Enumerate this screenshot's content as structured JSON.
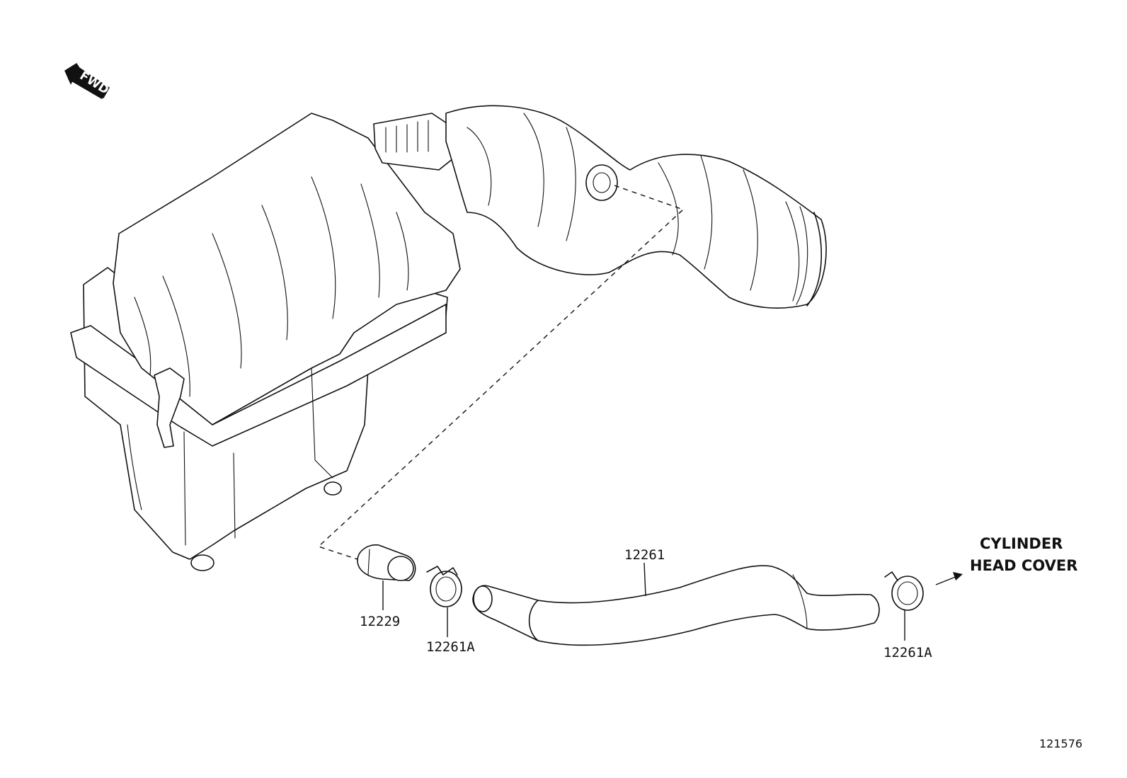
{
  "fwd_label": "FWD",
  "parts": {
    "connector": "12229",
    "clamp_left": "12261A",
    "hose": "12261",
    "clamp_right": "12261A"
  },
  "destination": {
    "line1": "CYLINDER",
    "line2": "HEAD COVER"
  },
  "illustration_number": "121576",
  "icons": {
    "fwd": "fwd-arrow-icon",
    "destination": "arrow-right-icon"
  }
}
